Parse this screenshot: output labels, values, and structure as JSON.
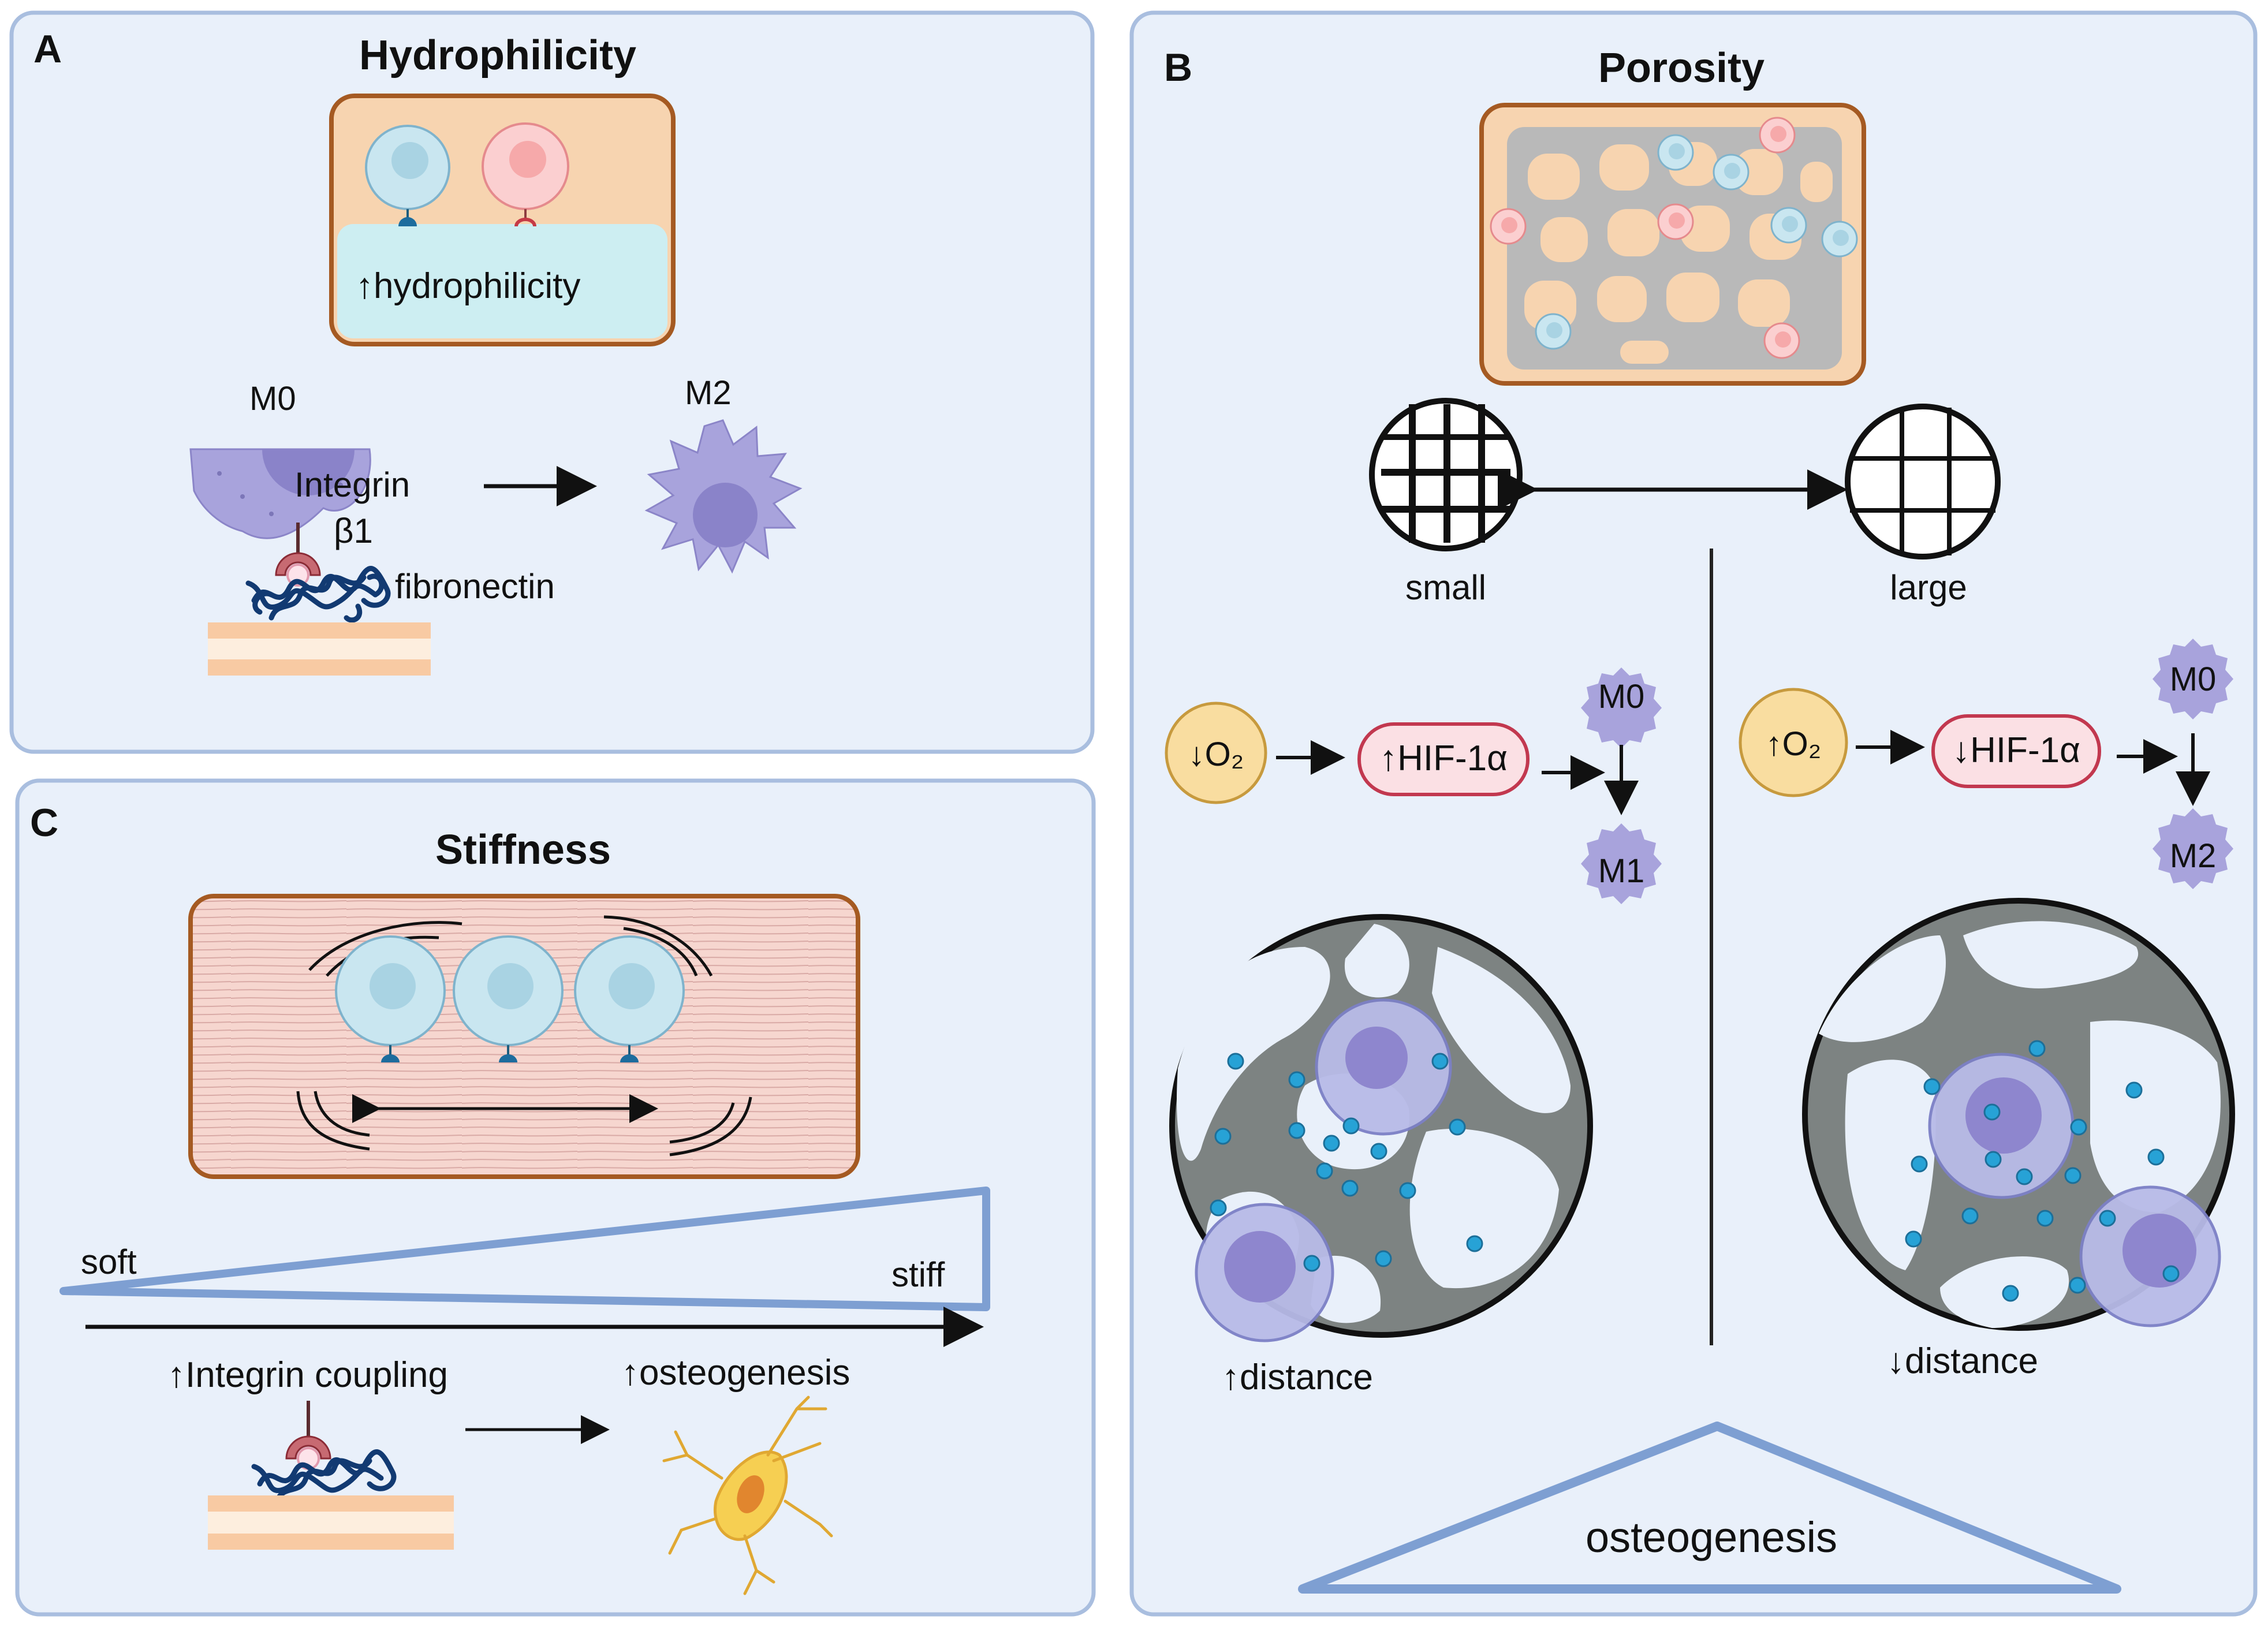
{
  "panel_a": {
    "letter": "A",
    "title": "Hydrophilicity",
    "box_label": "↑hydrophilicity",
    "m0": "M0",
    "m2": "M2",
    "integrin_1": "Integrin",
    "integrin_2": "β1",
    "fibronectin": "fibronectin"
  },
  "panel_b": {
    "letter": "B",
    "title": "Porosity",
    "small": "small",
    "large": "large",
    "left_o2": "↓O₂",
    "left_hif": "↑HIF-1α",
    "left_m0": "M0",
    "left_m1": "M1",
    "right_o2": "↑O₂",
    "right_hif": "↓HIF-1α",
    "right_m0": "M0",
    "right_m2": "M2",
    "left_distance": "↑distance",
    "right_distance": "↓distance",
    "osteogenesis": "osteogenesis"
  },
  "panel_c": {
    "letter": "C",
    "title": "Stiffness",
    "soft": "soft",
    "stiff": "stiff",
    "integrin_coupling": "↑Integrin coupling",
    "osteogenesis": "↑osteogenesis"
  },
  "colors": {
    "panel_bg": "#e9f0fa",
    "panel_border": "#a9bedf",
    "box_fill": "#f7d4b0",
    "box_border": "#a55a22",
    "cell_blue": "#c9e6f0",
    "cell_pink": "#fbcfd0",
    "macrophage": "#a8a3dc",
    "dot_blue": "#27a2d6",
    "scaffold_gray": "#7d8382",
    "hif_fill": "#fbe0e4",
    "hif_border": "#c2384f",
    "o2_fill": "#f9dda0",
    "o2_border": "#c79a3e"
  }
}
